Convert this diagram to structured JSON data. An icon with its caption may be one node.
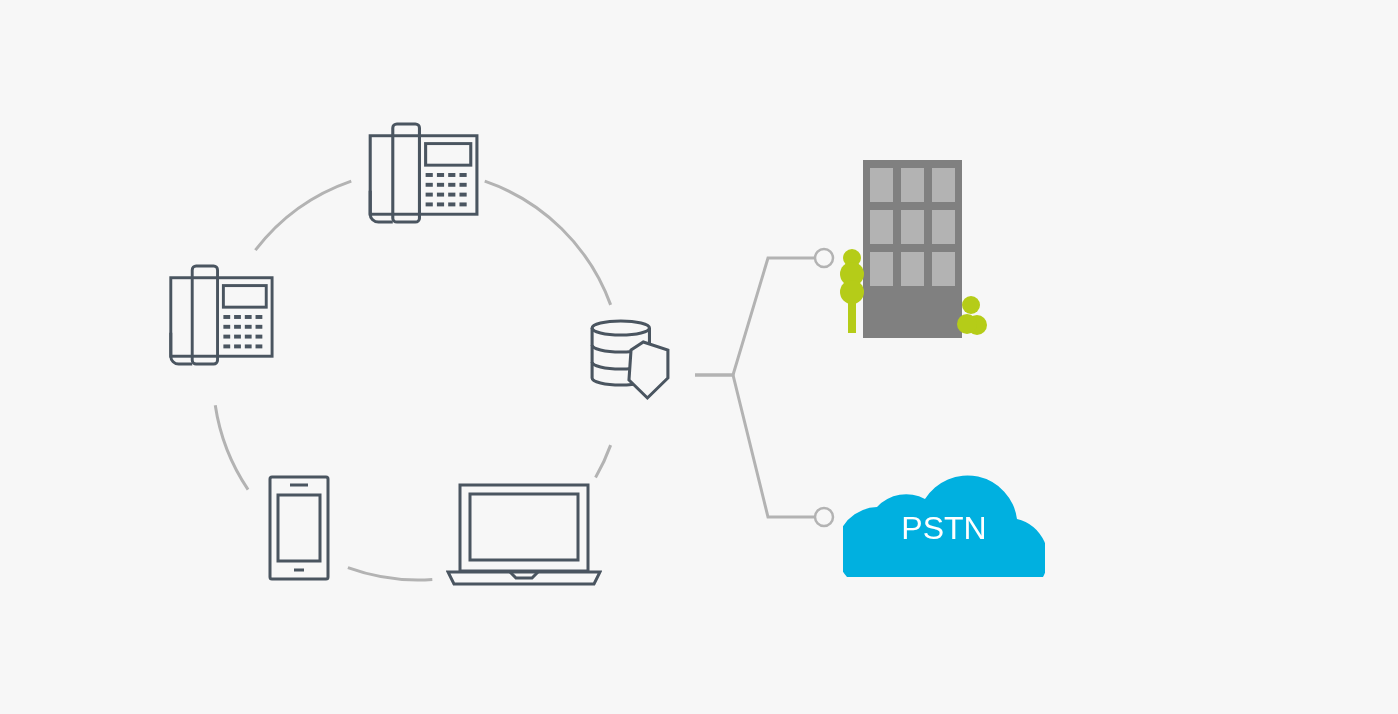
{
  "diagram": {
    "nodes": [
      {
        "text": [],
        "shape": "picture"
      },
      {
        "text": [],
        "shape": "picture"
      },
      {
        "text": [],
        "shape": "picture"
      },
      {
        "text": [],
        "shape": "picture"
      },
      {
        "text": [],
        "shape": "picture"
      },
      {
        "text": [],
        "shape": "picture"
      },
      {
        "text": [
          "PSTN"
        ]
      }
    ],
    "edges": [
      {
        "from": 0,
        "to": 2,
        "arrow": "none"
      },
      {
        "from": 2,
        "to": 3,
        "arrow": "none"
      },
      {
        "from": 3,
        "to": 4,
        "arrow": "none"
      },
      {
        "from": 4,
        "to": 1,
        "arrow": "none"
      },
      {
        "from": 1,
        "to": 0,
        "arrow": "none"
      },
      {
        "from": 2,
        "to": 5,
        "arrow": "other"
      },
      {
        "from": 2,
        "to": 6,
        "arrow": "other"
      }
    ]
  }
}
